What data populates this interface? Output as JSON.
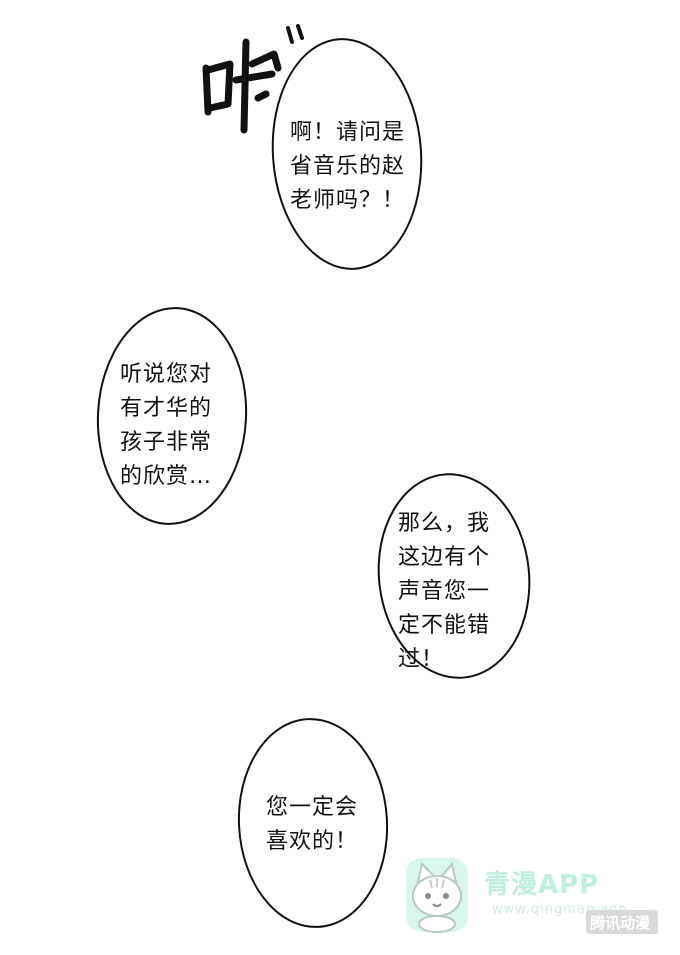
{
  "sound_effect": {
    "text": "咔",
    "marks": "ˇ"
  },
  "bubbles": [
    {
      "lines": [
        "啊！请问是",
        "省音乐的赵",
        "老师吗？！"
      ]
    },
    {
      "lines": [
        "听说您对",
        "有才华的",
        "孩子非常",
        "的欣赏…"
      ]
    },
    {
      "lines": [
        "那么，我",
        "这边有个",
        "声音您一",
        "定不能错",
        "过！"
      ]
    },
    {
      "lines": [
        "您一定会",
        "喜欢的！"
      ]
    }
  ],
  "watermark": {
    "title": "青漫APP",
    "url": "www.qingman.app",
    "stamp": "腾讯动漫",
    "icon": "cat-icon",
    "color": "#bfeee0"
  }
}
